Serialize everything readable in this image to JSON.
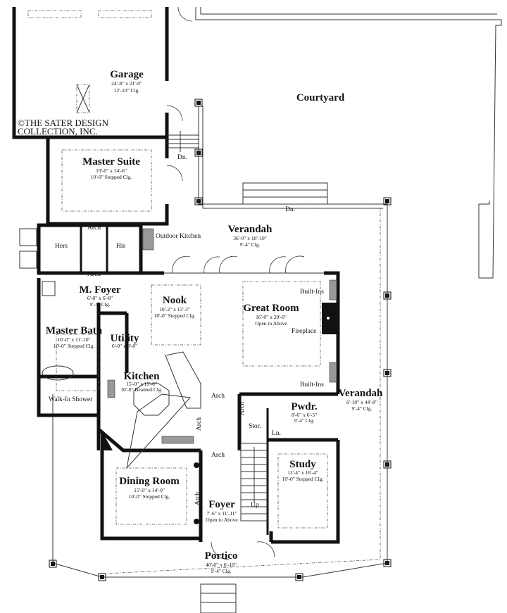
{
  "plan": {
    "copyright": [
      "©THE SATER DESIGN",
      "COLLECTION, INC."
    ],
    "rooms": {
      "garage": {
        "name": "Garage",
        "dims": "24'-8\" x 21'-0\"",
        "ceiling": "12'-10\" Clg."
      },
      "courtyard": {
        "name": "Courtyard"
      },
      "master_suite": {
        "name": "Master Suite",
        "dims": "19'-0\" x 14'-6\"",
        "ceiling": "10'-0\" Stepped Clg."
      },
      "verandah_rear": {
        "name": "Verandah",
        "dims": "36'-0\" x 10'-10\"",
        "ceiling": "9'-4\" Clg."
      },
      "outdoor_kitchen": {
        "name": "Outdoor Kitchen"
      },
      "hers": {
        "name": "Hers"
      },
      "his": {
        "name": "His"
      },
      "m_foyer": {
        "name": "M. Foyer",
        "dims": "6'-8\" x 6'-8\"",
        "ceiling": "9'-4\" Clg."
      },
      "nook": {
        "name": "Nook",
        "dims": "10'-2\" x 13'-3\"",
        "ceiling": "10'-0\" Stepped Clg."
      },
      "great_room": {
        "name": "Great Room",
        "dims": "16'-0\" x 20'-0\"",
        "ceiling": "Open to Above"
      },
      "master_bath": {
        "name": "Master Bath",
        "dims": "10'-0\" x 11'-10\"",
        "ceiling": "10'-0\" Stepped Clg."
      },
      "utility": {
        "name": "Utility",
        "dims": "6'-0\" x 8'-0\""
      },
      "kitchen": {
        "name": "Kitchen",
        "dims": "15'-0\" x 15'-0\"",
        "ceiling": "10'-0\" Beamed Clg."
      },
      "walk_in_shower": {
        "name": "Walk-In Shower"
      },
      "verandah_side": {
        "name": "Verandah",
        "dims": "6'-10\" x 44'-8\"",
        "ceiling": "9'-4\" Clg."
      },
      "powder": {
        "name": "Pwdr.",
        "dims": "8'-6\" x 6'-5\"",
        "ceiling": "9'-4\" Clg."
      },
      "storage": {
        "name": "Stor."
      },
      "linen": {
        "name": "Ln."
      },
      "study": {
        "name": "Study",
        "dims": "11'-4\" x 16'-4\"",
        "ceiling": "10'-0\" Stepped Clg."
      },
      "dining_room": {
        "name": "Dining Room",
        "dims": "15'-0\" x 14'-0\"",
        "ceiling": "10'-0\" Stepped Clg."
      },
      "foyer": {
        "name": "Foyer",
        "dims": "7'-6\" x 11'-11\"",
        "ceiling": "Open to Above"
      },
      "portico": {
        "name": "Portico",
        "dims": "40'-0\" x 6'-10\"",
        "ceiling": "9'-4\" Clg."
      }
    },
    "annotations": {
      "arch": "Arch",
      "down": "Dn.",
      "up": "Up",
      "built_ins": "Built-Ins",
      "fireplace": "Fireplace"
    }
  }
}
